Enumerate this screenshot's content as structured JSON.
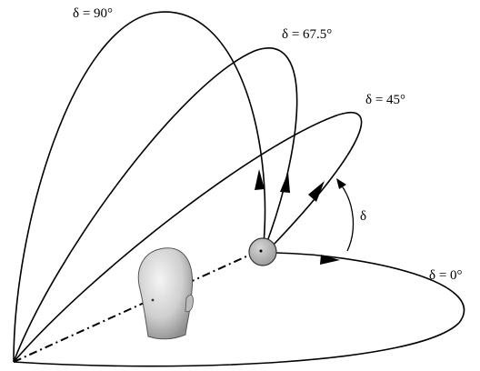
{
  "labels": {
    "delta_90": "δ  = 90°",
    "delta_67_5": "δ  = 67.5°",
    "delta_45": "δ  = 45°",
    "delta_0": "δ  = 0°",
    "delta": "δ"
  },
  "colors": {
    "line": "#000000",
    "source_fill": "#b8b8b8",
    "head_fill": "#d9d9d9"
  }
}
